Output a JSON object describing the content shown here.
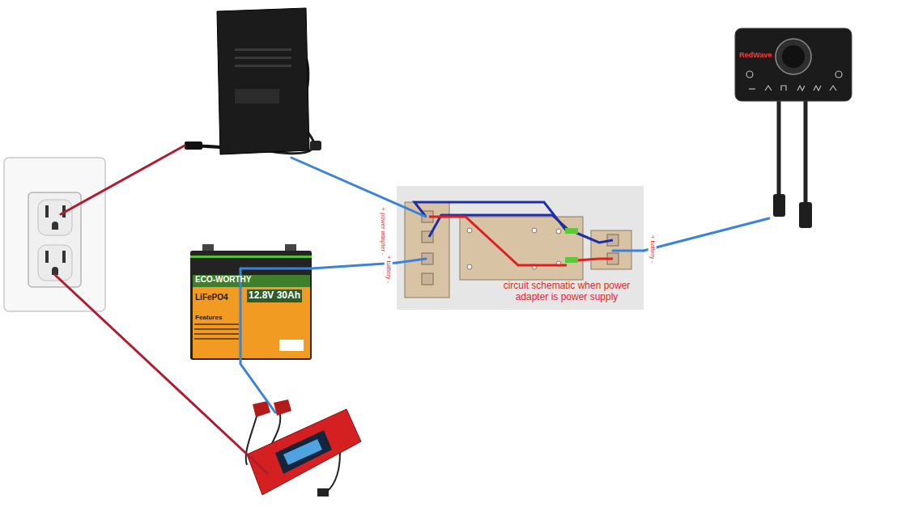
{
  "diagram": {
    "nodes": [
      {
        "text": [
          "ECO-WORTHY",
          "LiFePO4",
          "12.8V 30Ah",
          "Features"
        ]
      },
      {
        "text": [
          "circuit schematic when power adapter is power supply"
        ]
      },
      {
        "text": [
          "RedWave"
        ]
      }
    ],
    "edges": [
      {
        "from": 0,
        "to": 1,
        "arrow": "none"
      },
      {
        "from": 1,
        "to": 2,
        "arrow": "none"
      }
    ],
    "labels": [
      "+ power adapter -",
      "+ battery -",
      "+ battery -"
    ]
  }
}
